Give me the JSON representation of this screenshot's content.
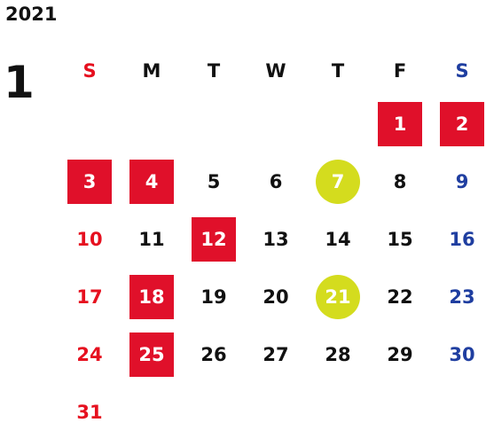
{
  "calendar": {
    "year": "2021",
    "month": "1",
    "weekdays": [
      "S",
      "M",
      "T",
      "W",
      "T",
      "F",
      "S"
    ],
    "weeks": [
      [
        null,
        null,
        null,
        null,
        null,
        {
          "d": "1",
          "mark": "holiday"
        },
        {
          "d": "2",
          "mark": "holiday"
        }
      ],
      [
        {
          "d": "3",
          "mark": "holiday"
        },
        {
          "d": "4",
          "mark": "holiday"
        },
        {
          "d": "5"
        },
        {
          "d": "6"
        },
        {
          "d": "7",
          "mark": "special"
        },
        {
          "d": "8"
        },
        {
          "d": "9"
        }
      ],
      [
        {
          "d": "10"
        },
        {
          "d": "11"
        },
        {
          "d": "12",
          "mark": "holiday"
        },
        {
          "d": "13"
        },
        {
          "d": "14"
        },
        {
          "d": "15"
        },
        {
          "d": "16"
        }
      ],
      [
        {
          "d": "17"
        },
        {
          "d": "18",
          "mark": "holiday"
        },
        {
          "d": "19"
        },
        {
          "d": "20"
        },
        {
          "d": "21",
          "mark": "special"
        },
        {
          "d": "22"
        },
        {
          "d": "23"
        }
      ],
      [
        {
          "d": "24"
        },
        {
          "d": "25",
          "mark": "holiday"
        },
        {
          "d": "26"
        },
        {
          "d": "27"
        },
        {
          "d": "28"
        },
        {
          "d": "29"
        },
        {
          "d": "30"
        }
      ],
      [
        {
          "d": "31"
        },
        null,
        null,
        null,
        null,
        null,
        null
      ]
    ]
  },
  "colors": {
    "sunday": "#e6101f",
    "saturday": "#1f3ea0",
    "holiday_fill": "#e0102a",
    "special_fill": "#d4dc1e"
  }
}
